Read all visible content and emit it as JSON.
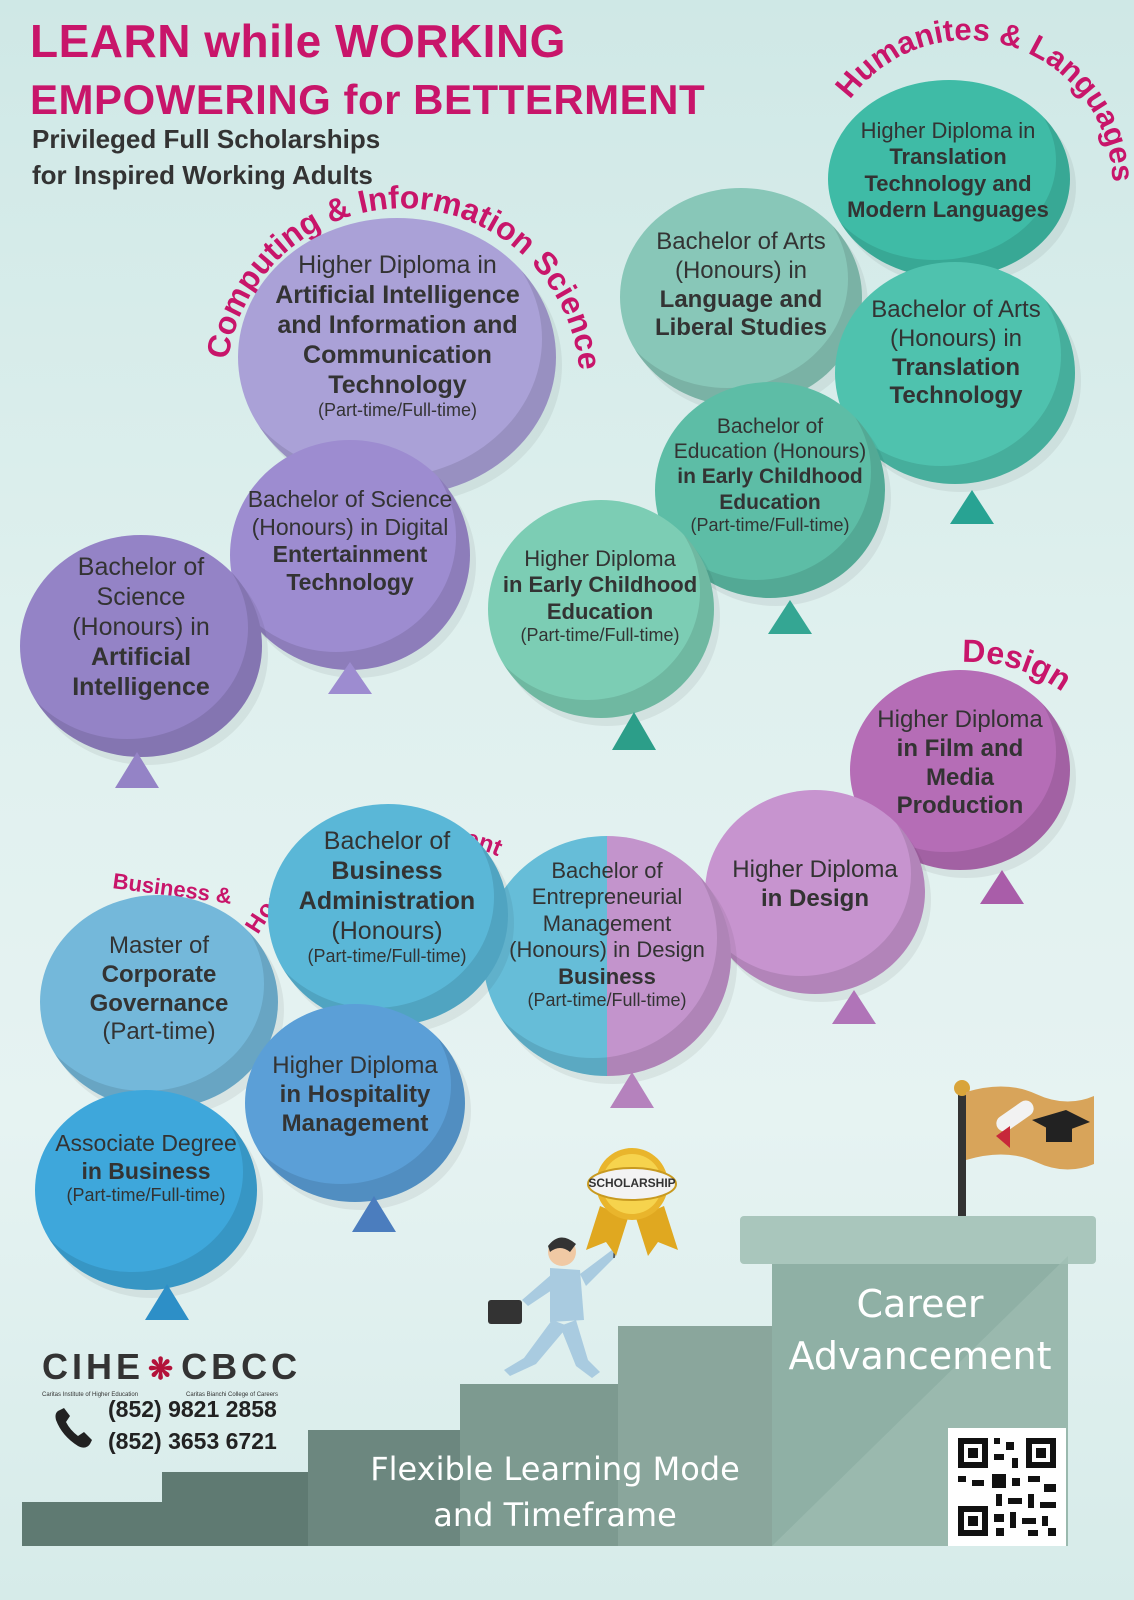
{
  "header": {
    "line1": "LEARN while WORKING",
    "line2": "EMPOWERING for BETTERMENT",
    "sub1": "Privileged Full Scholarships",
    "sub2": "for Inspired Working Adults"
  },
  "categories": {
    "computing": "Computing & Information Science",
    "humanities": "Humanites & Languages",
    "design": "Design",
    "business": "Business & Hospitality Management"
  },
  "balloons": {
    "hd_ai_ict": {
      "l1": "Higher Diploma in",
      "l2": "Artificial Intelligence",
      "l3": "and Information and",
      "l4": "Communication",
      "l5": "Technology",
      "l6": "(Part-time/Full-time)"
    },
    "bsc_det": {
      "l1": "Bachelor of Science",
      "l2": "(Honours) in Digital",
      "l3": "Entertainment",
      "l4": "Technology"
    },
    "bsc_ai": {
      "l1": "Bachelor of",
      "l2": "Science",
      "l3": "(Honours) in",
      "l4": "Artificial",
      "l5": "Intelligence"
    },
    "hd_ttml": {
      "l1": "Higher Diploma in",
      "l2": "Translation",
      "l3": "Technology and",
      "l4": "Modern Languages"
    },
    "ba_lls": {
      "l1": "Bachelor of Arts",
      "l2": "(Honours) in",
      "l3": "Language and",
      "l4": "Liberal Studies"
    },
    "ba_tt": {
      "l1": "Bachelor of Arts",
      "l2": "(Honours) in",
      "l3": "Translation",
      "l4": "Technology"
    },
    "bed_ece": {
      "l1": "Bachelor of",
      "l2": "Education (Honours)",
      "l3": "in Early Childhood",
      "l4": "Education",
      "l5": "(Part-time/Full-time)"
    },
    "hd_ece": {
      "l1": "Higher Diploma",
      "l2": "in Early Childhood",
      "l3": "Education",
      "l4": "(Part-time/Full-time)"
    },
    "hd_fmp": {
      "l1": "Higher Diploma",
      "l2": "in Film and",
      "l3": "Media",
      "l4": "Production"
    },
    "hd_design": {
      "l1": "Higher Diploma",
      "l2": "in Design"
    },
    "bem_db": {
      "l1": "Bachelor of",
      "l2": "Entrepreneurial",
      "l3": "Management",
      "l4": "(Honours) in Design",
      "l5": "Business",
      "l6": "(Part-time/Full-time)"
    },
    "bba": {
      "l1": "Bachelor of",
      "l2": "Business",
      "l3": "Administration",
      "l4": "(Honours)",
      "l5": "(Part-time/Full-time)"
    },
    "mcg": {
      "l1": "Master of",
      "l2": "Corporate",
      "l3": "Governance",
      "l4": "(Part-time)"
    },
    "hd_hm": {
      "l1": "Higher Diploma",
      "l2": "in Hospitality",
      "l3": "Management"
    },
    "ad_bus": {
      "l1": "Associate Degree",
      "l2": "in Business",
      "l3": "(Part-time/Full-time)"
    }
  },
  "medal": "SCHOLARSHIP",
  "stairs": {
    "career1": "Career",
    "career2": "Advancement",
    "flex1": "Flexible Learning Mode",
    "flex2": "and Timeframe"
  },
  "contact": {
    "logo_left": "CIHE",
    "logo_right": "CBCC",
    "logo_left_sub": "Caritas Institute of Higher Education",
    "logo_right_sub": "Caritas Bianchi College of Careers",
    "phone1": "(852) 9821 2858",
    "phone2": "(852) 3653 6721"
  },
  "colors": {
    "headline": "#c8156a",
    "purple": "#a99ad6",
    "teal": "#6fc4ae",
    "magenta": "#c080c4",
    "blue": "#5fb7d8"
  }
}
